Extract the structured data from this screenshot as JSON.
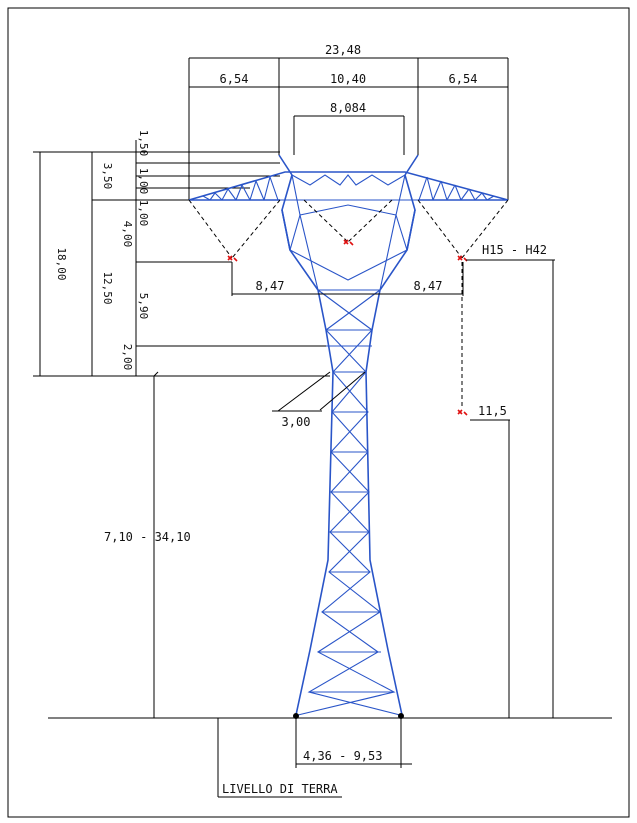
{
  "dims": {
    "total_width": "23,48",
    "left_arm": "6,54",
    "center_width": "10,40",
    "right_arm": "6,54",
    "top_width": "8,084",
    "v1": "1,50",
    "v2": "3,50",
    "v3": "1,00",
    "v4": "1,00",
    "v5": "4,00",
    "v6": "5,90",
    "v7": "2,00",
    "big_a": "18,00",
    "big_b": "12,50",
    "cond_left": "8,47",
    "cond_right": "8,47",
    "base_dim": "3,00",
    "height_range": "7,10  -  34,10",
    "right_label": "H15  -  H42",
    "clearance": "11,5",
    "footing": "4,36  -  9,53",
    "ground": "LIVELLO  DI  TERRA"
  },
  "colors": {
    "tower": "#2a55c8",
    "lines": "#000000",
    "conductor": "#e01010"
  }
}
